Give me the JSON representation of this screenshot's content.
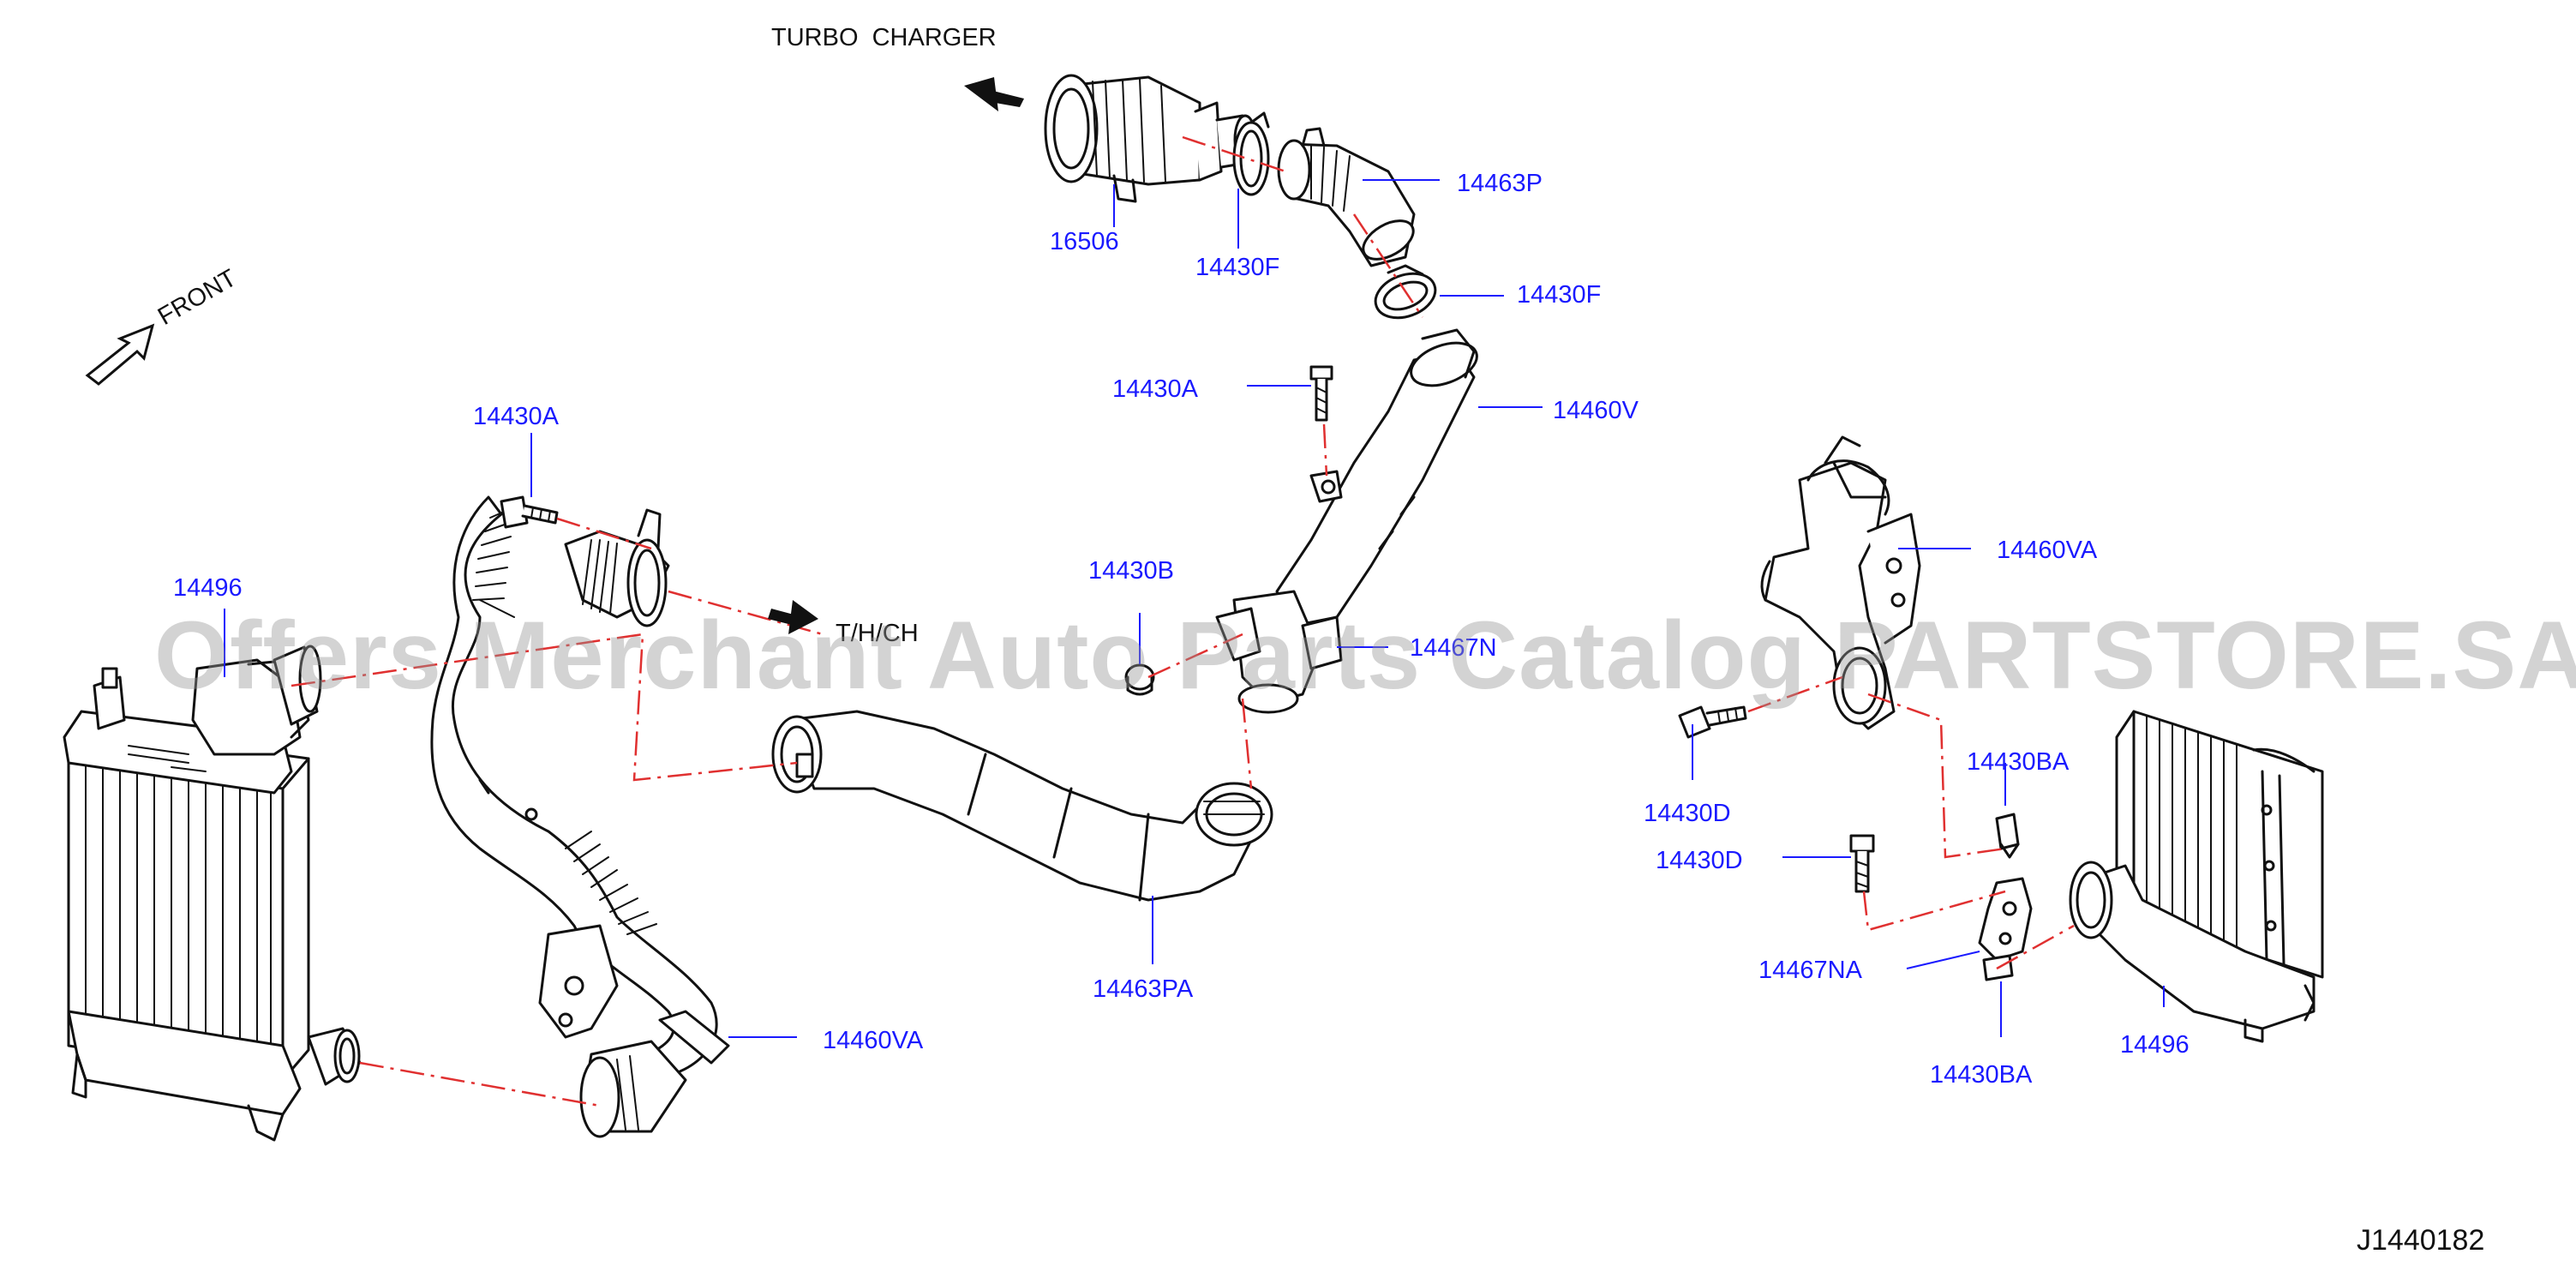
{
  "notes": {
    "turbo_charger": "TURBO  CHARGER",
    "front": "FRONT",
    "th_ch": "T/H/CH",
    "diagram_id": "J1440182"
  },
  "watermark": "Offers Merchant Auto Parts Catalog PARTSTORE.SA",
  "colors": {
    "label": "#1a1aff",
    "leader": "#1a1aff",
    "centerline": "#e03030",
    "parts": "#111111"
  },
  "part_labels": [
    {
      "id": "16506",
      "text": "16506"
    },
    {
      "id": "14430F-a",
      "text": "14430F"
    },
    {
      "id": "14463P",
      "text": "14463P"
    },
    {
      "id": "14430F-b",
      "text": "14430F"
    },
    {
      "id": "14430A-a",
      "text": "14430A"
    },
    {
      "id": "14460V",
      "text": "14460V"
    },
    {
      "id": "14430B",
      "text": "14430B"
    },
    {
      "id": "14467N",
      "text": "14467N"
    },
    {
      "id": "14430A-b",
      "text": "14430A"
    },
    {
      "id": "14496-a",
      "text": "14496"
    },
    {
      "id": "14463PA",
      "text": "14463PA"
    },
    {
      "id": "14460VA-a",
      "text": "14460VA"
    },
    {
      "id": "14460VA-b",
      "text": "14460VA"
    },
    {
      "id": "14430D-a",
      "text": "14430D"
    },
    {
      "id": "14430D-b",
      "text": "14430D"
    },
    {
      "id": "14430BA-a",
      "text": "14430BA"
    },
    {
      "id": "14467NA",
      "text": "14467NA"
    },
    {
      "id": "14430BA-b",
      "text": "14430BA"
    },
    {
      "id": "14496-b",
      "text": "14496"
    }
  ]
}
